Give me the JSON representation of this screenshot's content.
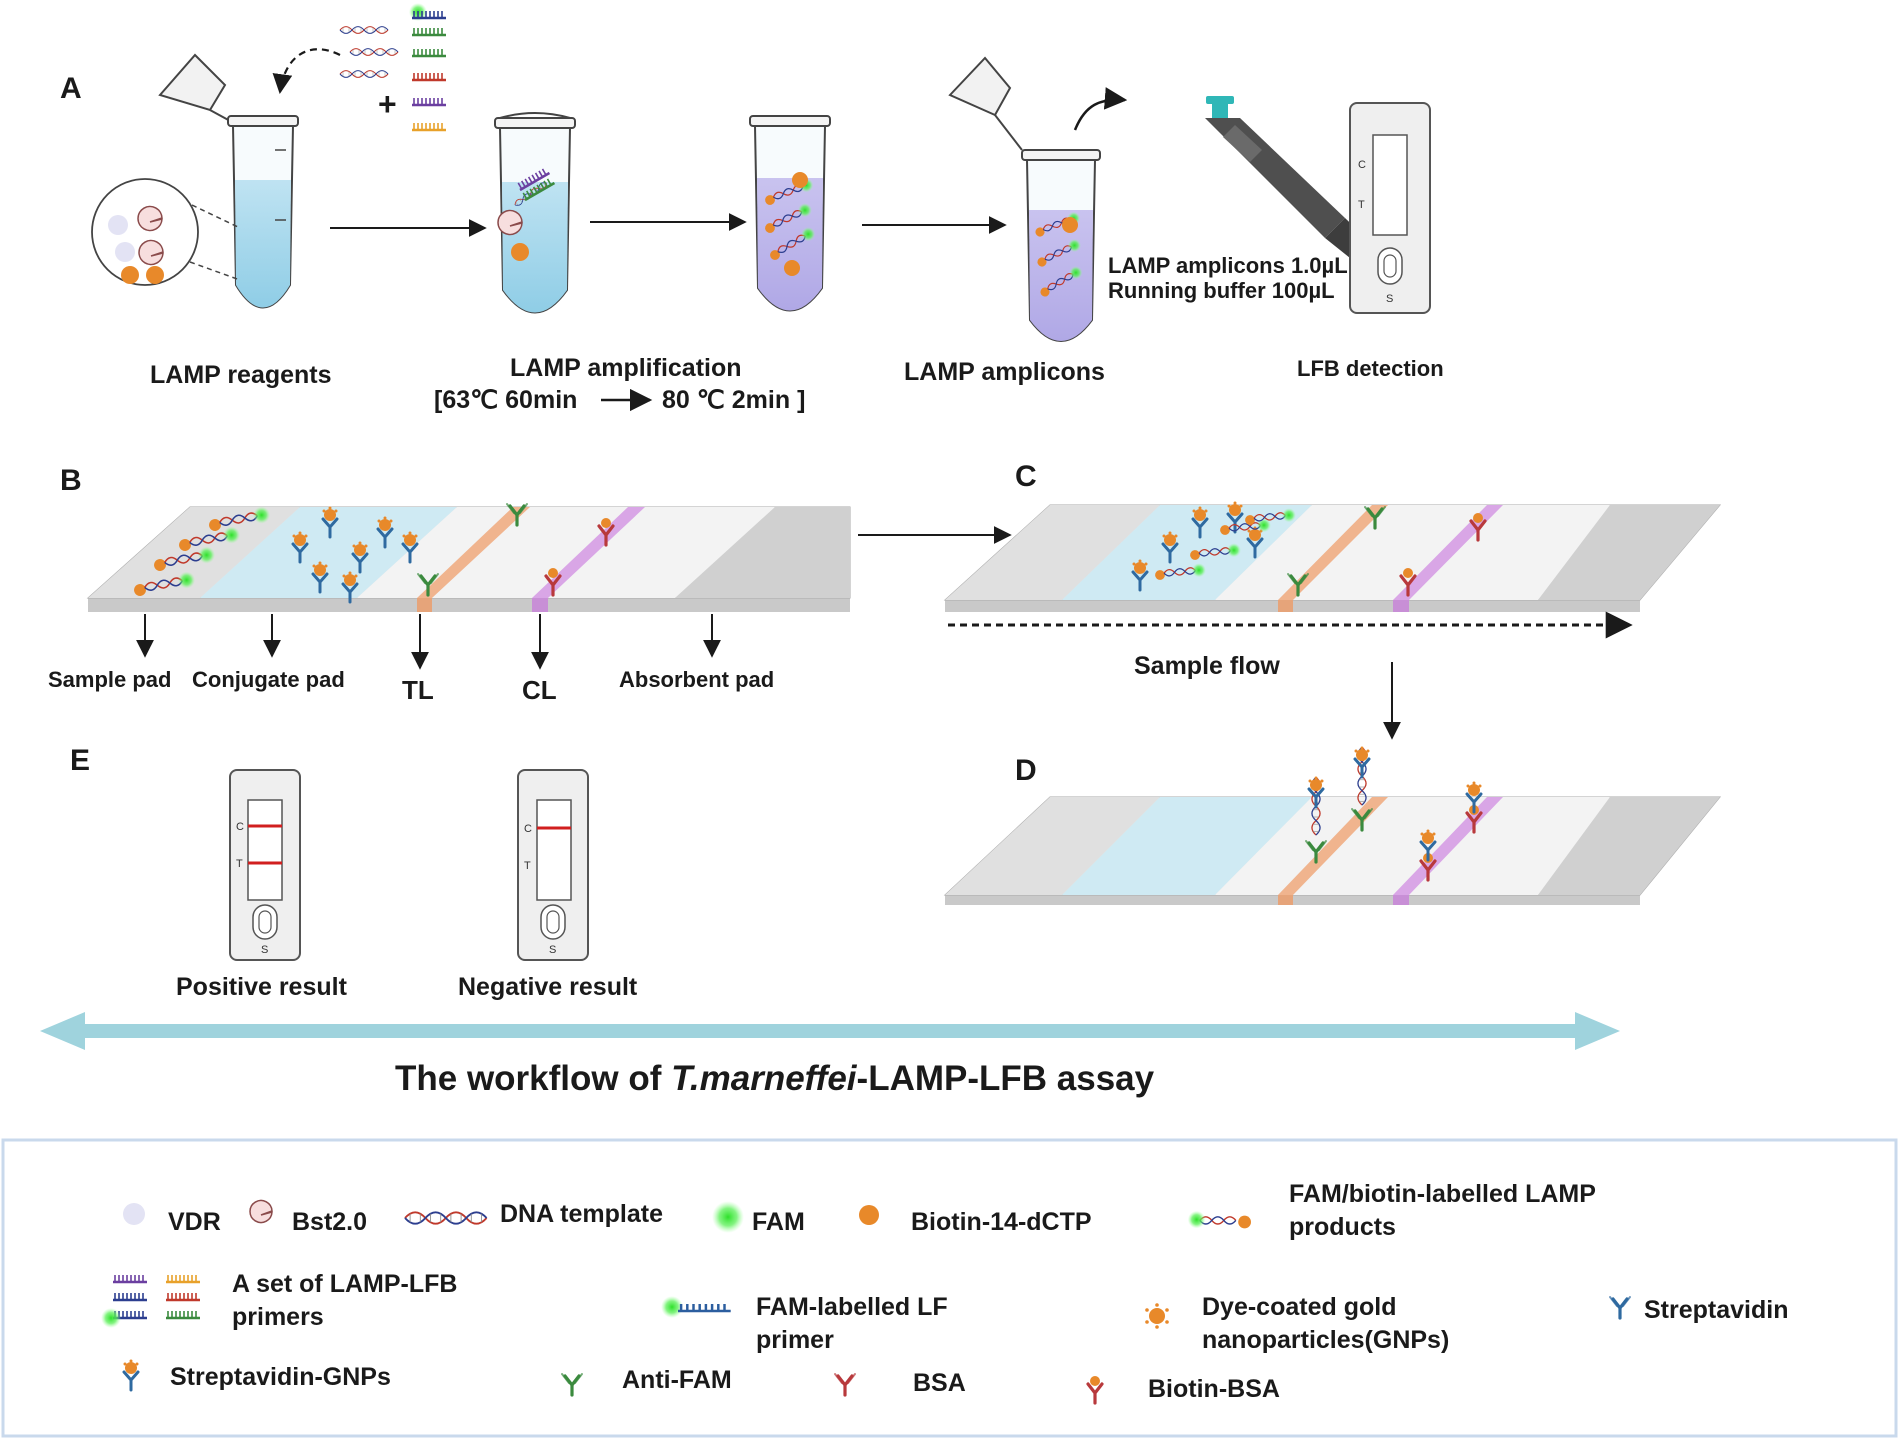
{
  "panels": {
    "a": "A",
    "b": "B",
    "c": "C",
    "d": "D",
    "e": "E"
  },
  "panel_a": {
    "reagents_label": "LAMP reagents",
    "amplification_label": "LAMP amplification",
    "amplification_condition_left": "[63℃  60min",
    "amplification_condition_right": "80 ℃  2min  ]",
    "amplicons_label": "LAMP amplicons",
    "lfb_label": "LFB detection",
    "volume_amplicons": "LAMP amplicons 1.0µL",
    "volume_buffer": "Running buffer 100µL",
    "plus_sign": "+"
  },
  "cassette_marks": {
    "c": "C",
    "t": "T",
    "s": "S"
  },
  "panel_b": {
    "sample_pad": "Sample pad",
    "conjugate_pad": "Conjugate pad",
    "tl": "TL",
    "cl": "CL",
    "absorbent_pad": "Absorbent pad"
  },
  "panel_c": {
    "sample_flow": "Sample flow"
  },
  "panel_e": {
    "positive": "Positive result",
    "negative": "Negative result"
  },
  "workflow_title": {
    "prefix": "The workflow of ",
    "species": "T.marneffei",
    "suffix": "-LAMP-LFB assay"
  },
  "legend": {
    "vdr": "VDR",
    "bst": "Bst2.0",
    "dna_template": "DNA template",
    "fam": "FAM",
    "biotin_dctp": "Biotin-14-dCTP",
    "products_1": "FAM/biotin-labelled LAMP",
    "products_2": "products",
    "primers_1": "A set of LAMP-LFB",
    "primers_2": "primers",
    "lf_primer_1": "FAM-labelled LF",
    "lf_primer_2": "primer",
    "gnps_1": "Dye-coated gold",
    "gnps_2": "nanoparticles(GNPs)",
    "streptavidin": "Streptavidin",
    "streptavidin_gnps": "Streptavidin-GNPs",
    "anti_fam": "Anti-FAM",
    "bsa": "BSA",
    "biotin_bsa": "Biotin-BSA"
  },
  "colors": {
    "orange": "#e8892a",
    "fam_green": "#3fe03a",
    "liquid_blue": "#aedcef",
    "conjugate_blue": "#cfeaf3",
    "test_line": "#f0b48e",
    "control_line": "#d9a6e6",
    "anti_fam_green": "#3b8a3e",
    "bsa_red": "#b8393c",
    "streptavidin_blue": "#2f6aa0",
    "arrow_teal": "#9fd3dd",
    "result_red": "#d11f1f"
  }
}
